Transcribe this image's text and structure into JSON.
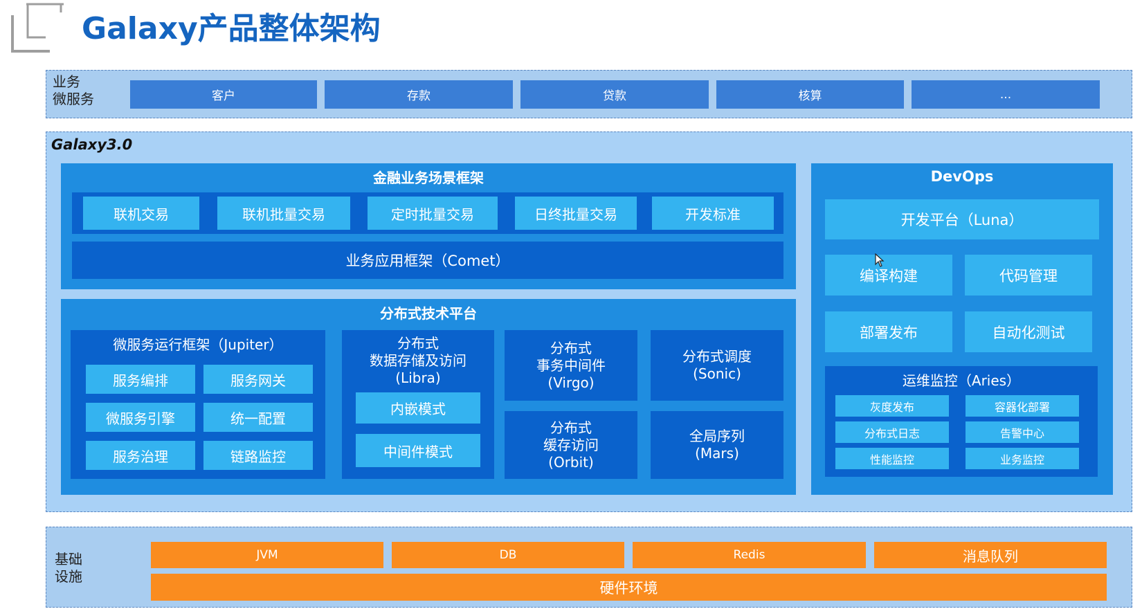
{
  "title": "Galaxy产品整体架构",
  "business_layer": {
    "label": "业务\n微服务",
    "services": [
      "客户",
      "存款",
      "贷款",
      "核算",
      "..."
    ]
  },
  "galaxy": {
    "label": "Galaxy3.0",
    "financial_framework": {
      "title": "金融业务场景框架",
      "items": [
        "联机交易",
        "联机批量交易",
        "定时批量交易",
        "日终批量交易",
        "开发标准"
      ],
      "app_framework": "业务应用框架（Comet）"
    },
    "distributed_platform": {
      "title": "分布式技术平台",
      "jupiter": {
        "title": "微服务运行框架（Jupiter）",
        "items": [
          "服务编排",
          "服务网关",
          "微服务引擎",
          "统一配置",
          "服务治理",
          "链路监控"
        ]
      },
      "libra": {
        "title": "分布式\n数据存储及访问\n(Libra)",
        "items": [
          "内嵌模式",
          "中间件模式"
        ]
      },
      "virgo": "分布式\n事务中间件\n(Virgo)",
      "sonic": "分布式调度\n(Sonic)",
      "orbit": "分布式\n缓存访问\n(Orbit)",
      "mars": "全局序列\n(Mars)"
    },
    "devops": {
      "title": "DevOps",
      "dev_platform": "开发平台（Luna）",
      "tiles": [
        "编译构建",
        "代码管理",
        "部署发布",
        "自动化测试"
      ],
      "aries": {
        "title": "运维监控（Aries）",
        "items": [
          "灰度发布",
          "容器化部署",
          "分布式日志",
          "告警中心",
          "性能监控",
          "业务监控"
        ]
      }
    }
  },
  "infra_layer": {
    "label": "基础\n设施",
    "items": [
      "JVM",
      "DB",
      "Redis",
      "消息队列"
    ],
    "hardware": "硬件环境"
  },
  "colors": {
    "title": "#1565c0",
    "business_box": "#3a7ed6",
    "panel": "#1f8de0",
    "dark_block": "#0a62cc",
    "light_tile": "#34b3f0",
    "infra_orange": "#fa8c1f"
  }
}
